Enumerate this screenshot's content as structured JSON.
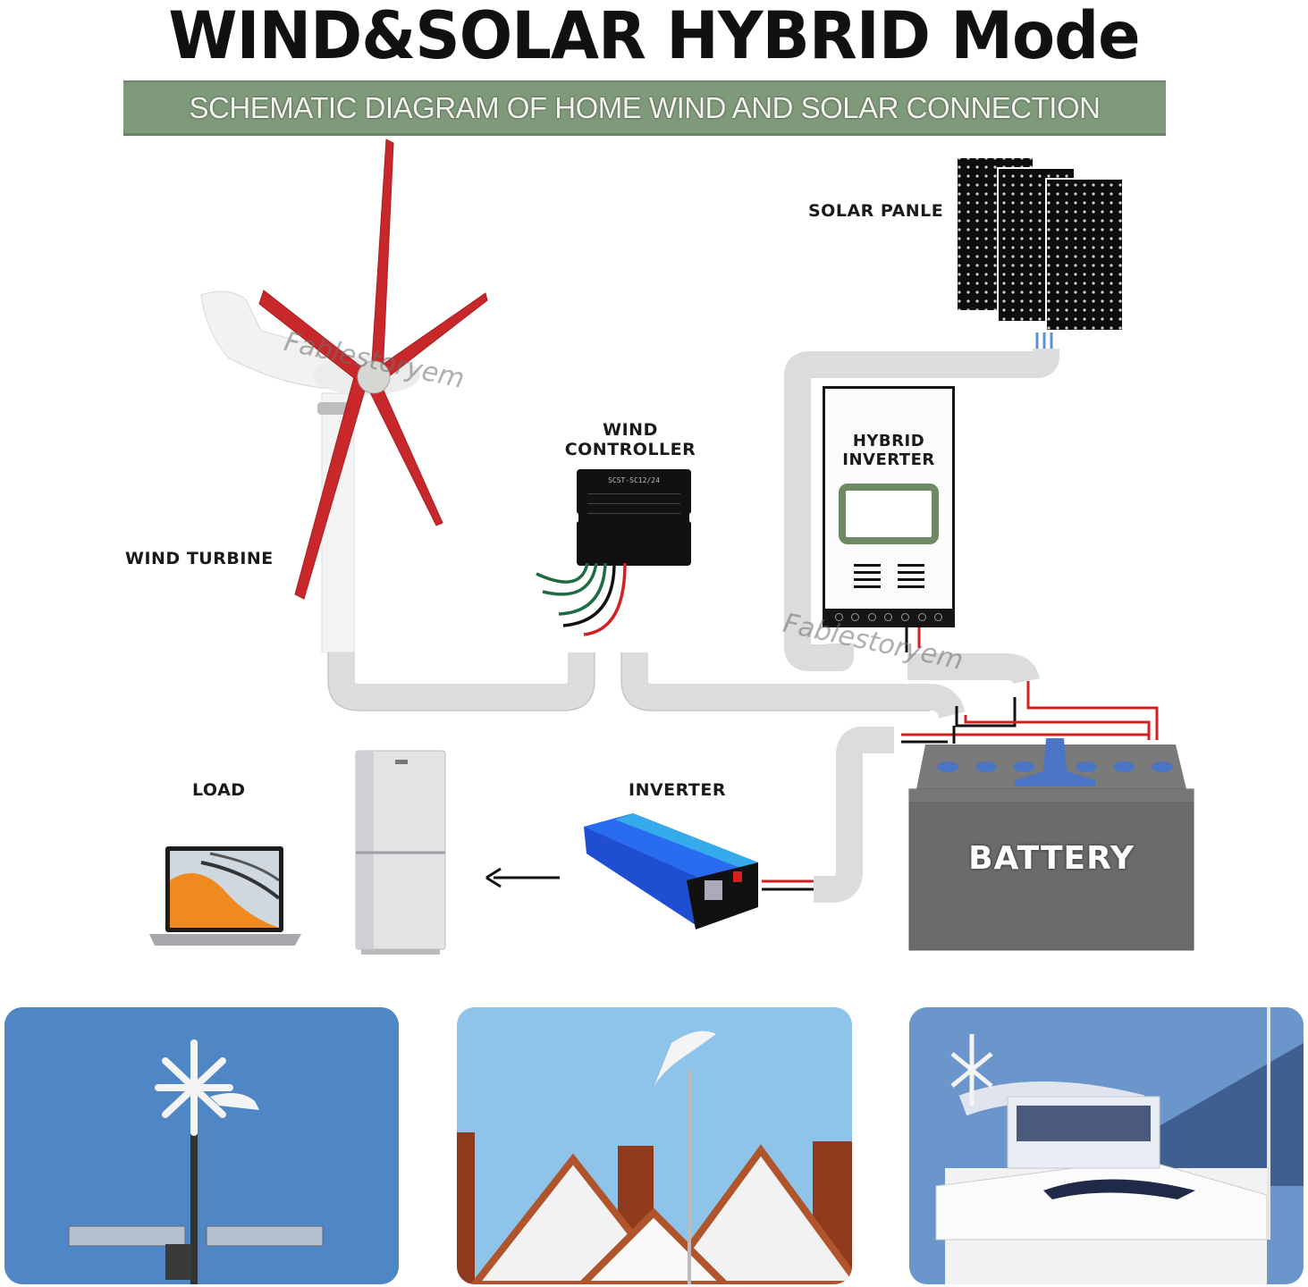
{
  "title": "WIND&SOLAR HYBRID Mode",
  "banner": "SCHEMATIC DIAGRAM OF HOME WIND AND SOLAR CONNECTION",
  "components": {
    "wind_turbine": "WIND TURBINE",
    "wind_controller_line1": "WIND",
    "wind_controller_line2": "CONTROLLER",
    "controller_model": "SCST-SC12/24",
    "solar_panel": "SOLAR PANLE",
    "hybrid_inverter_line1": "HYBRID",
    "hybrid_inverter_line2": "INVERTER",
    "load": "LOAD",
    "inverter": "INVERTER",
    "battery": "BATTERY"
  },
  "watermark": "Fablestoryem",
  "colors": {
    "banner_bg": "#7f9a7a",
    "turbine_blade": "#c8282a",
    "pipe": "#dcdcdc",
    "battery_body": "#6b6b6b",
    "battery_accent": "#4a74c4",
    "inverter_blue": "#1f4fd0",
    "hybrid_screen_border": "#6f8a63",
    "wire_red": "#d42020",
    "wire_black": "#111111",
    "wire_green": "#1e6b46",
    "sky_blue": "#4f86c6"
  },
  "gallery": [
    {
      "scene": "Wind turbine with solar panels on street pole against blue sky"
    },
    {
      "scene": "Wind turbine mounted between house rooftops and chimneys"
    },
    {
      "scene": "Wind turbine mounted on a yacht in a harbor"
    }
  ]
}
